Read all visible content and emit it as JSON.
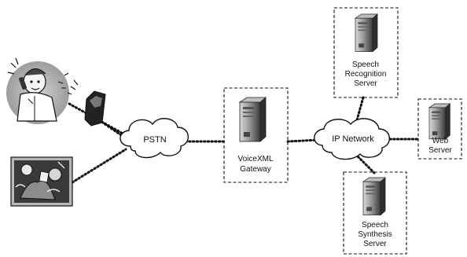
{
  "diagram": {
    "clouds": {
      "pstn": "PSTN",
      "ip_network": "IP Network"
    },
    "nodes": {
      "gateway": [
        "VoiceXML",
        "Gateway"
      ],
      "recognition": [
        "Speech",
        "Recognition",
        "Server"
      ],
      "synthesis": [
        "Speech",
        "Synthesis",
        "Server"
      ],
      "web": [
        "Web",
        "Server"
      ]
    },
    "icons": {
      "caller": "person-on-cellphone-icon",
      "handset": "cellphone-icon",
      "landline_user": "desk-phone-user-icon",
      "server": "server-tower-icon"
    }
  }
}
